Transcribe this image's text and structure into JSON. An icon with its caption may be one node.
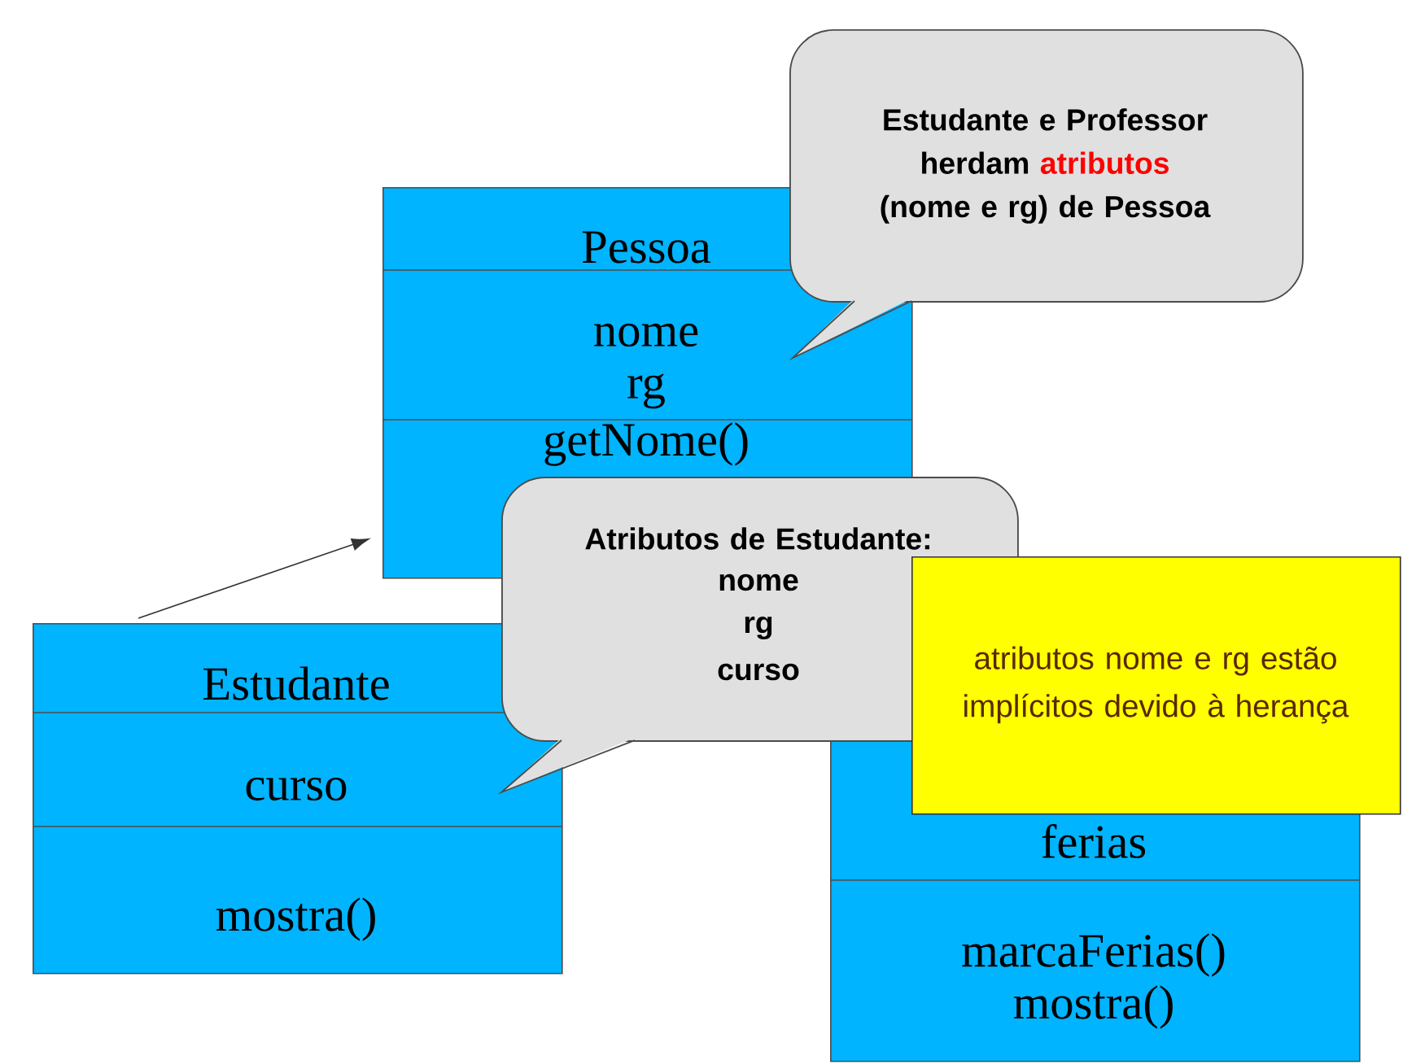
{
  "diagram": {
    "nodes": [
      {
        "text": [
          "Pessoa",
          "nome rg",
          "getNome()"
        ]
      },
      {
        "text": [
          "Estudante",
          "curso",
          "mostra()"
        ]
      },
      {
        "text": [
          "ferias",
          "marcaFerias() mostra()"
        ]
      },
      {
        "text": [
          "Estudante e Professor herdam **atributos** (nome e rg) de Pessoa"
        ]
      },
      {
        "text": [
          "Atributos de Estudante:",
          "nome",
          "rg",
          "curso"
        ]
      },
      {
        "text": [
          "atributos nome e rg estão implícitos devido à herança"
        ]
      }
    ],
    "edges": [
      {
        "from": 1,
        "to": 0,
        "arrow": "to"
      }
    ]
  }
}
